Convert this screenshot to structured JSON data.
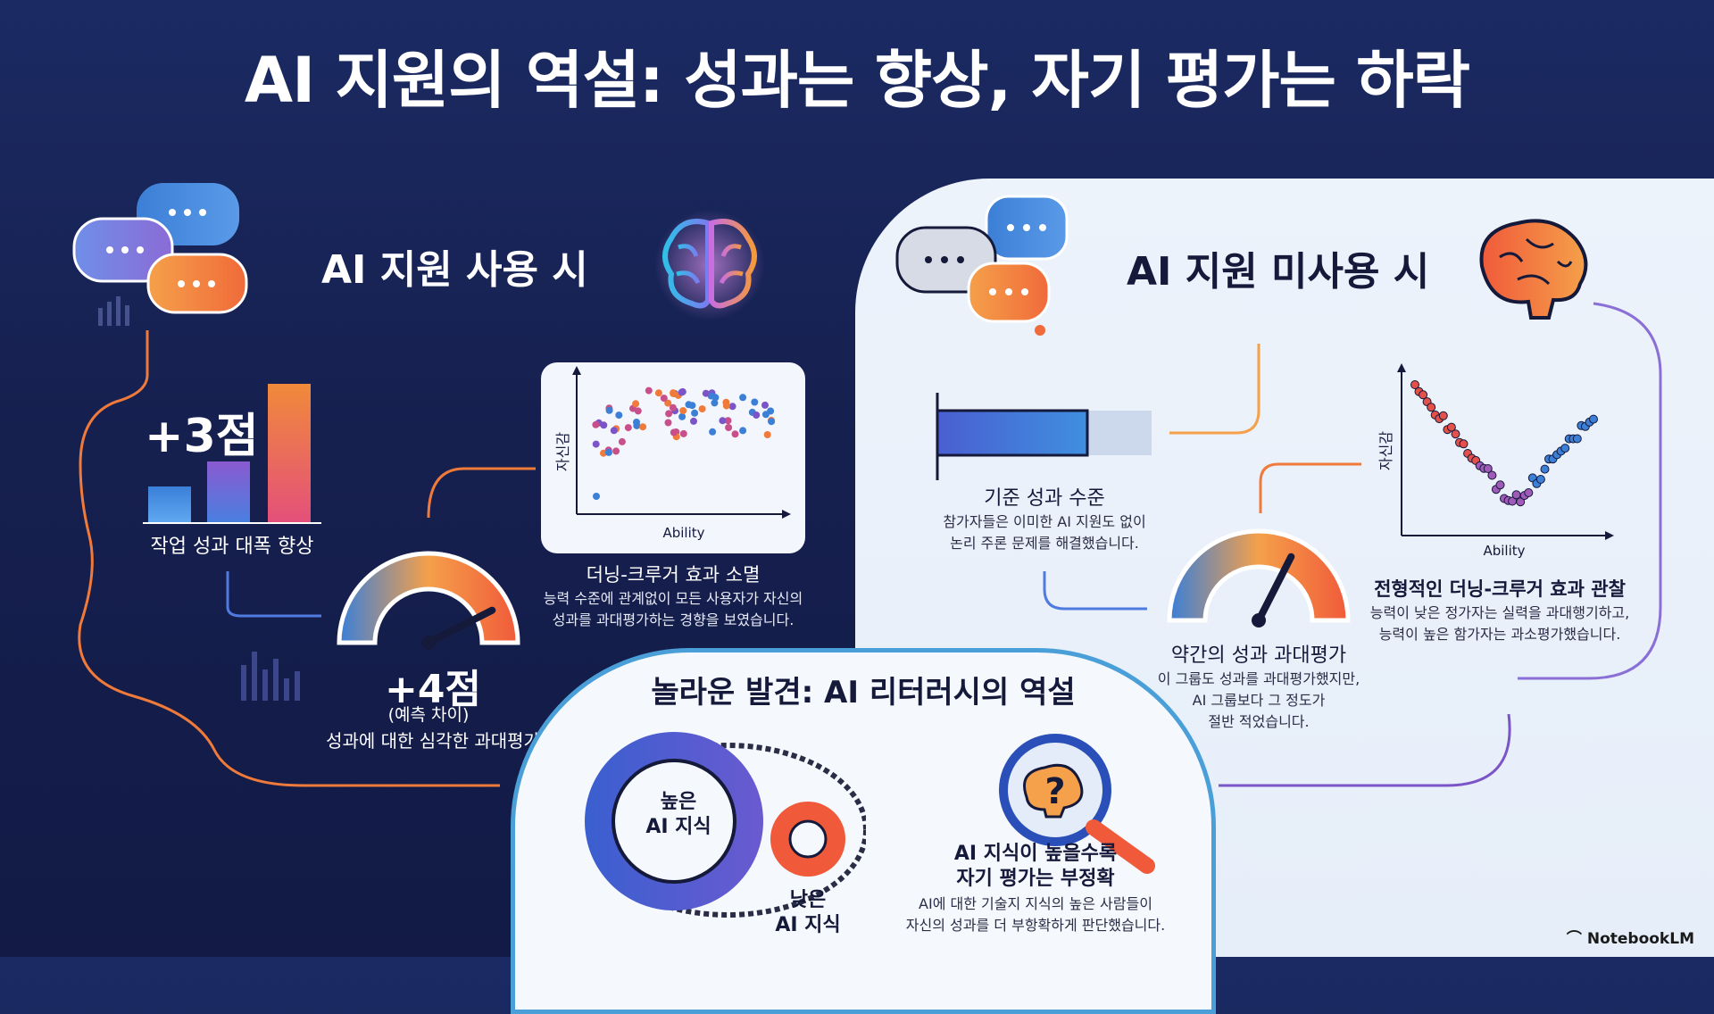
{
  "title": "AI 지원의 역설: 성과는 향상, 자기 평가는 하락",
  "left": {
    "heading": "AI 지원 사용 시",
    "bar_label": "+3점",
    "bar_caption": "작업 성과 대폭 향상",
    "gauge_value": "+4점",
    "gauge_sub": "(예측 차이)",
    "gauge_caption": "성과에 대한 심각한 과대평가",
    "gauge_level": 0.85,
    "scatter": {
      "ylabel": "자신감",
      "xlabel": "Ability",
      "title": "더닝-크루거 효과 소멸",
      "desc_1": "능력 수준에 관계없이 모든 사용자가 자신의",
      "desc_2": "성과를 과대평가하는 경향을 보였습니다."
    }
  },
  "right": {
    "heading": "AI 지원 미사용 시",
    "baseline_title": "기준 성과 수준",
    "baseline_desc_1": "참가자들은 이미한 AI 지원도 없이",
    "baseline_desc_2": "논리 주론 문제를 해결했습니다.",
    "baseline_fill": 0.7,
    "gauge_title": "약간의 성과 과대평가",
    "gauge_desc_1": "이 그룹도 성과를 과대평가했지만,",
    "gauge_desc_2": "AI 그룹보다 그 정도가",
    "gauge_desc_3": "절반 적었습니다.",
    "gauge_level": 0.65,
    "scatter": {
      "ylabel": "자신감",
      "xlabel": "Ability",
      "title": "전형적인 더닝-크루거 효과 관찰",
      "desc_1": "능력이 낮은 정가자는 실력을 과대행기하고,",
      "desc_2": "능력이 높은 함가자는 과소평가했습니다."
    }
  },
  "bottom": {
    "heading": "놀라운 발견: AI 리터러시의 역설",
    "big_gear_1": "높은",
    "big_gear_2": "AI 지식",
    "small_gear_1": "낮은",
    "small_gear_2": "AI 지식",
    "finding_1": "AI 지식이 높을수록",
    "finding_2": "자기 평가는 부정확",
    "desc_1": "AI에 대한 기술지 지식의 높은 사람들이",
    "desc_2": "자신의 성과를 더 부항확하게 판단했습니다."
  },
  "logo": "NotebookLM",
  "colors": {
    "accent_orange": "#f07a3a",
    "accent_blue": "#3b7fd6",
    "accent_purple": "#7b55c8",
    "bg_dark": "#16204f"
  }
}
